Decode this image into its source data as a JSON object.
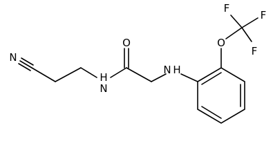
{
  "molecule": {
    "atoms": {
      "nitrile_n": "N",
      "amide_nh": "H",
      "amide_n": "N",
      "carbonyl_o": "O",
      "amine_n": "N",
      "amine_h": "H",
      "ether_o": "O",
      "fluorine_1": "F",
      "fluorine_2": "F",
      "fluorine_3": "F"
    }
  }
}
